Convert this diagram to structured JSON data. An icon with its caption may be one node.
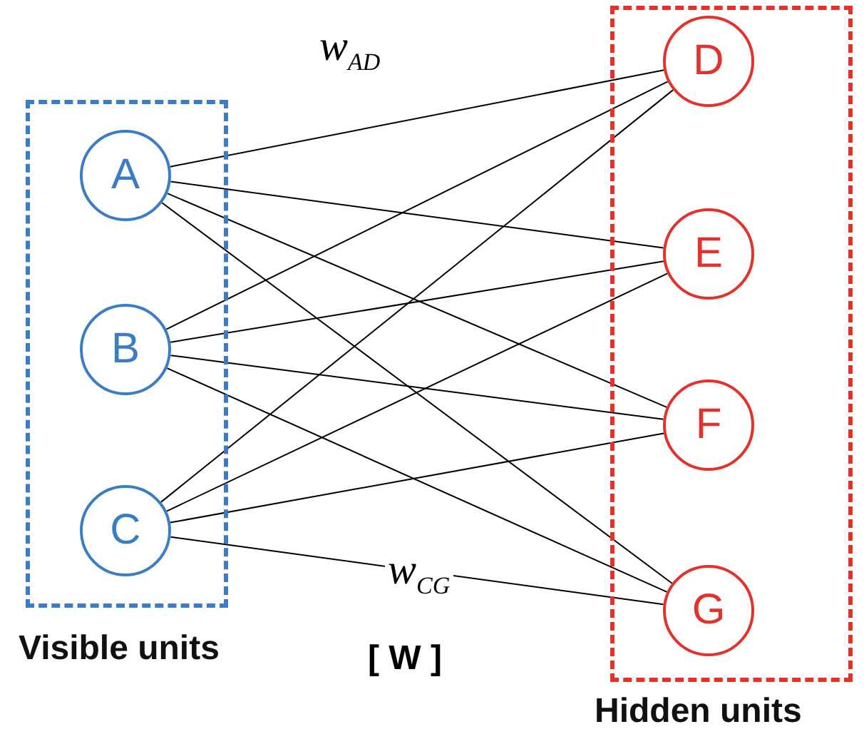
{
  "diagram": {
    "nodes": [
      {
        "text": [
          "Visible units"
        ]
      },
      {
        "text": [
          "Hidden units"
        ]
      },
      {
        "text": [
          "A"
        ],
        "in": 0
      },
      {
        "text": [
          "B"
        ],
        "in": 0
      },
      {
        "text": [
          "C"
        ],
        "in": 0
      },
      {
        "text": [
          "D"
        ],
        "in": 1
      },
      {
        "text": [
          "E"
        ],
        "in": 1
      },
      {
        "text": [
          "F"
        ],
        "in": 1
      },
      {
        "text": [
          "G"
        ],
        "in": 1
      }
    ],
    "edges": [
      {
        "from": 2,
        "to": 5,
        "arrow": "none",
        "label": "w$_{AD}$"
      },
      {
        "from": 2,
        "to": 6,
        "arrow": "none"
      },
      {
        "from": 2,
        "to": 7,
        "arrow": "none"
      },
      {
        "from": 2,
        "to": 8,
        "arrow": "none"
      },
      {
        "from": 3,
        "to": 5,
        "arrow": "none"
      },
      {
        "from": 3,
        "to": 6,
        "arrow": "none"
      },
      {
        "from": 3,
        "to": 7,
        "arrow": "none"
      },
      {
        "from": 3,
        "to": 8,
        "arrow": "none"
      },
      {
        "from": 4,
        "to": 5,
        "arrow": "none"
      },
      {
        "from": 4,
        "to": 6,
        "arrow": "none"
      },
      {
        "from": 4,
        "to": 7,
        "arrow": "none"
      },
      {
        "from": 4,
        "to": 8,
        "arrow": "none",
        "label": "w$_{CG}$"
      }
    ],
    "labels": [
      "[ W ]"
    ]
  }
}
